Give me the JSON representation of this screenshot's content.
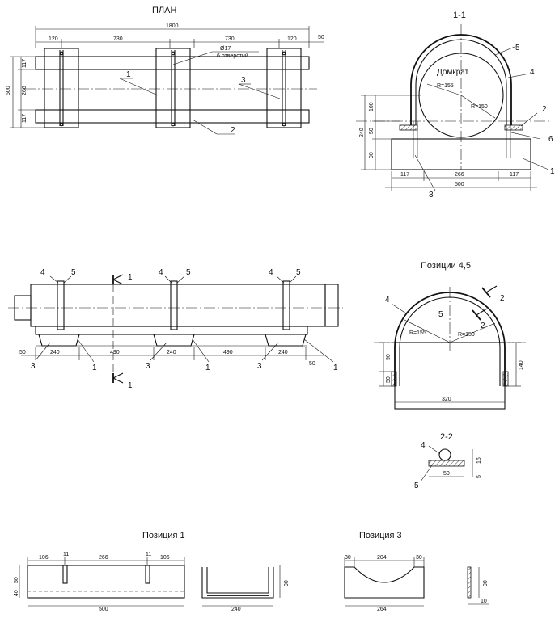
{
  "titles": {
    "plan": "ПЛАН",
    "section11": "1-1",
    "positions45": "Позиции 4,5",
    "section22": "2-2",
    "position1": "Позиция 1",
    "position3": "Позиция 3"
  },
  "plan": {
    "dim_total": "1800",
    "dim_120a": "120",
    "dim_730a": "730",
    "dim_730b": "730",
    "dim_120b": "120",
    "dim_50": "50",
    "dim_500": "500",
    "dim_117a": "117",
    "dim_266": "266",
    "dim_117b": "117",
    "hole_dia": "Ø17",
    "hole_note": "6 отверстий",
    "call_1": "1",
    "call_2": "2",
    "call_3": "3"
  },
  "section11": {
    "jack": "Домкрат",
    "r155": "R=155",
    "r150": "R=150",
    "dim_100": "100",
    "dim_50": "50",
    "dim_240": "240",
    "dim_90": "90",
    "dim_117a": "117",
    "dim_266": "266",
    "dim_117b": "117",
    "dim_500": "500",
    "call_1": "1",
    "call_2": "2",
    "call_3": "3",
    "call_4": "4",
    "call_5": "5",
    "call_6": "6"
  },
  "elevation": {
    "cut_1a": "1",
    "cut_1b": "1",
    "dim_50a": "50",
    "dim_240a": "240",
    "dim_490a": "490",
    "dim_240b": "240",
    "dim_490b": "490",
    "dim_240c": "240",
    "dim_50b": "50",
    "call_3a": "3",
    "call_1a": "1",
    "call_3b": "3",
    "call_1b": "1",
    "call_3c": "3",
    "call_1c": "1",
    "call_4a": "4",
    "call_5a": "5",
    "call_4b": "4",
    "call_5b": "5",
    "call_4c": "4",
    "call_5c": "5"
  },
  "positions45": {
    "call_4": "4",
    "call_5": "5",
    "cut_2a": "2",
    "cut_2b": "2",
    "r155": "R=155",
    "r150": "R=150",
    "dim_90": "90",
    "dim_50": "50",
    "dim_140": "140",
    "dim_320": "320"
  },
  "section22": {
    "call_4": "4",
    "call_5": "5",
    "dim_16": "16",
    "dim_5": "5",
    "dim_50": "50"
  },
  "position1": {
    "dim_106a": "106",
    "dim_11a": "11",
    "dim_266": "266",
    "dim_11b": "11",
    "dim_106b": "106",
    "dim_50": "50",
    "dim_40": "40",
    "dim_500": "500",
    "dim_90": "90",
    "dim_240": "240"
  },
  "position3": {
    "dim_30a": "30",
    "dim_204": "204",
    "dim_30b": "30",
    "dim_264": "264",
    "dim_90": "90",
    "dim_10": "10"
  }
}
